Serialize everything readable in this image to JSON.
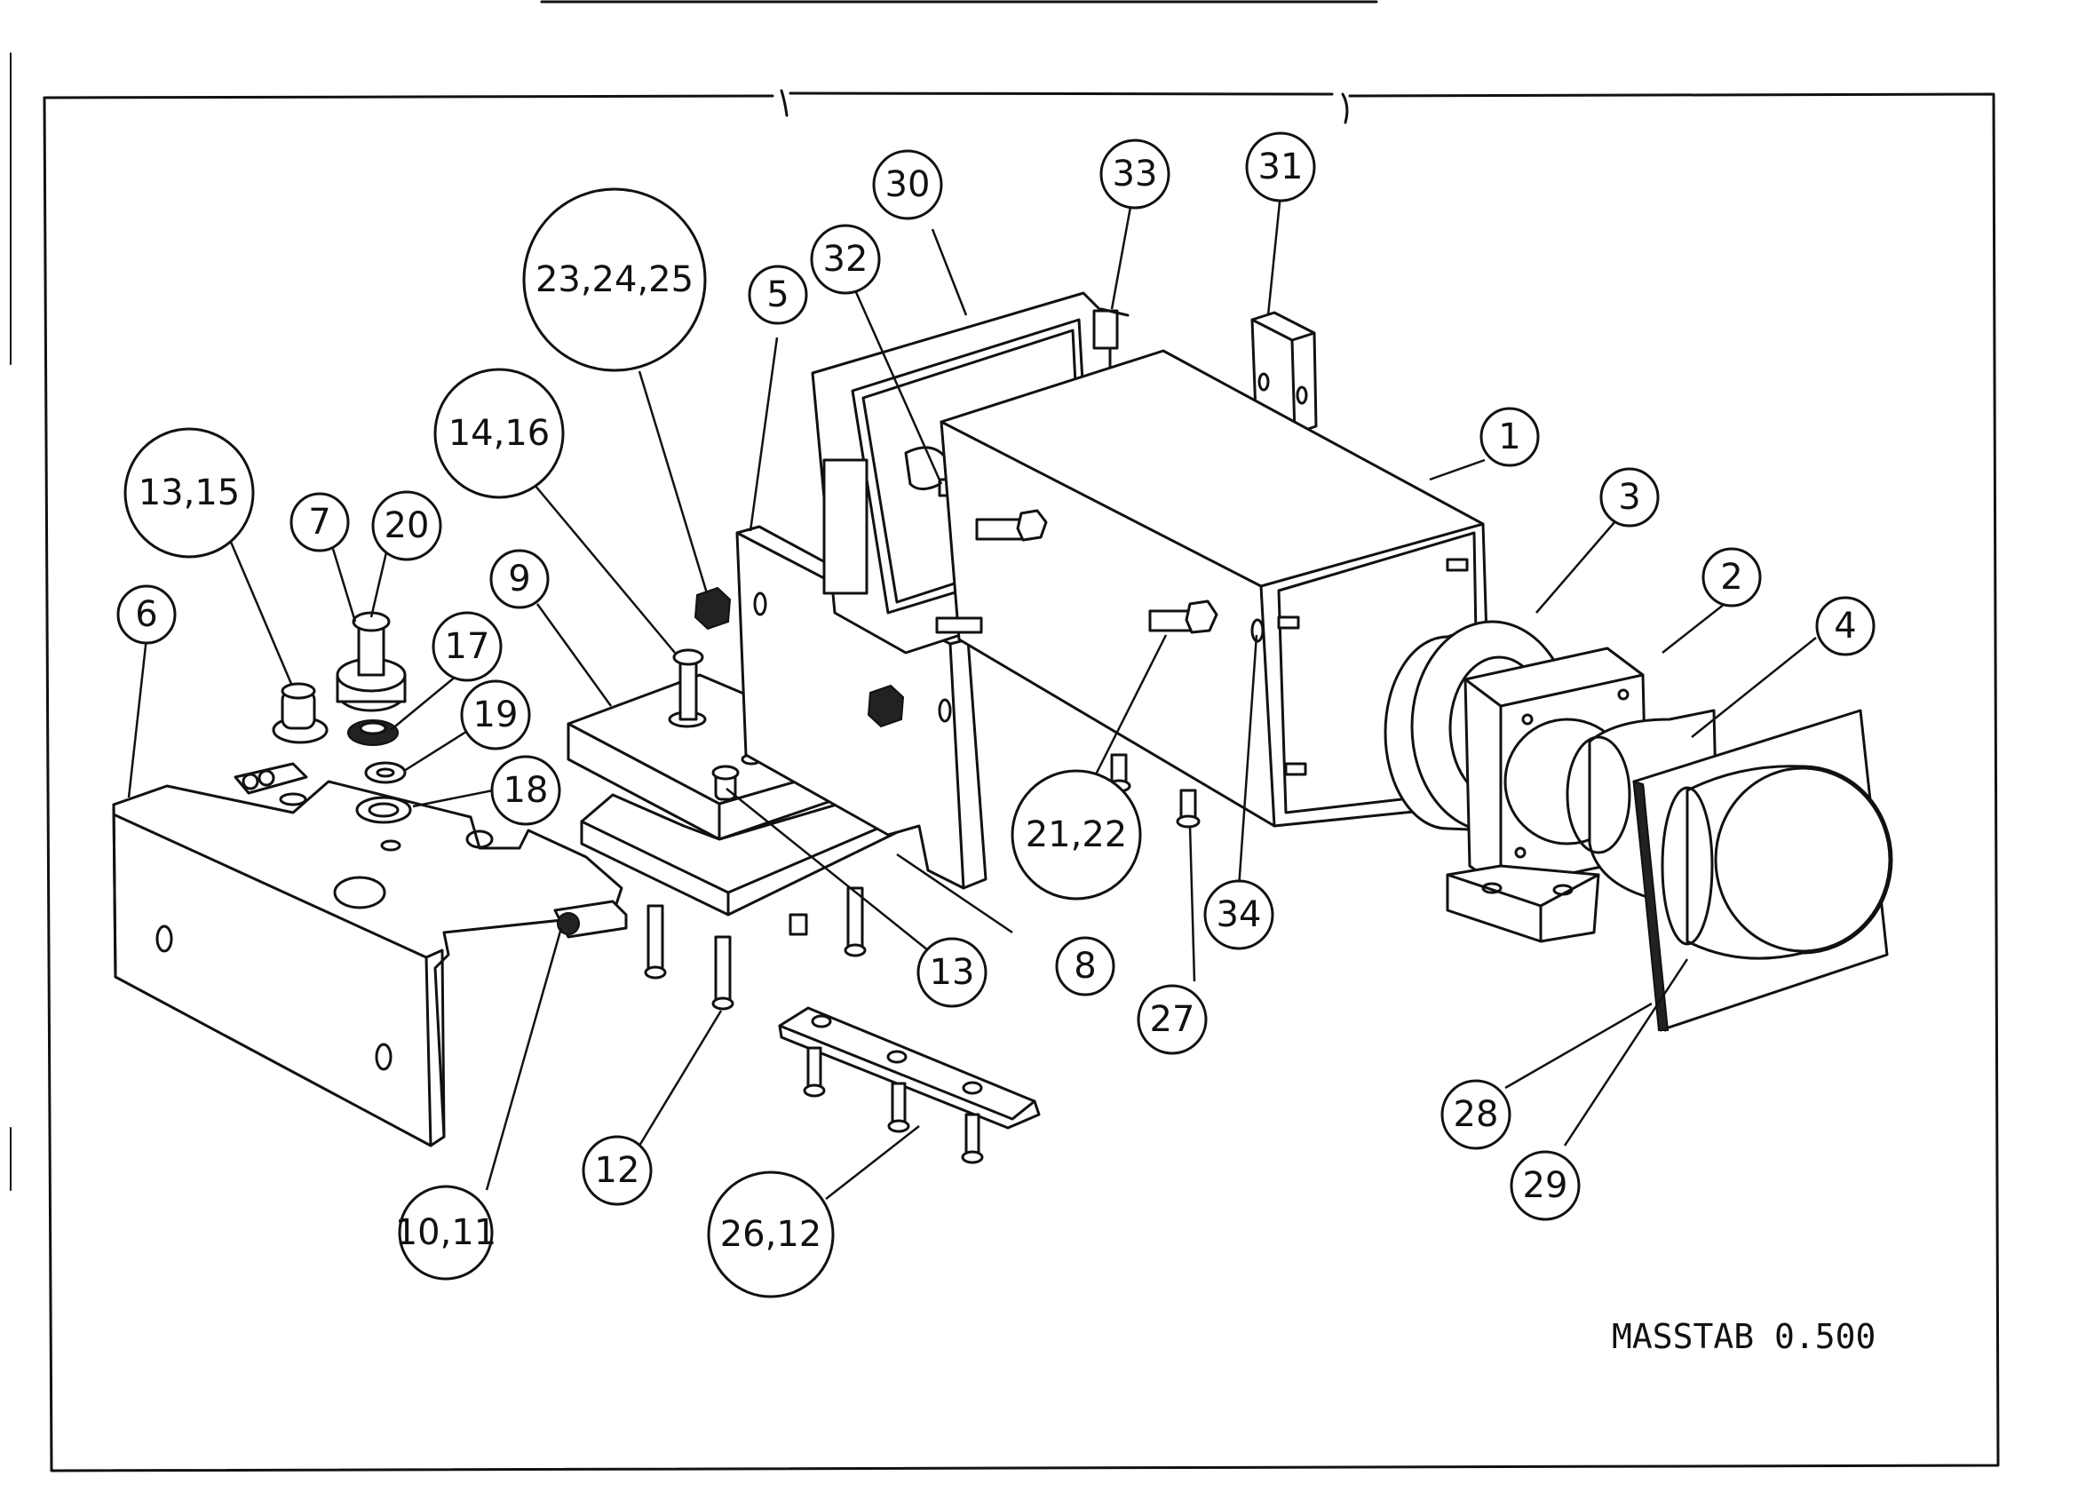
{
  "scale_note": "MASSTAB 0.500",
  "callouts": [
    {
      "id": "c1",
      "label": "1"
    },
    {
      "id": "c2",
      "label": "2"
    },
    {
      "id": "c3",
      "label": "3"
    },
    {
      "id": "c4",
      "label": "4"
    },
    {
      "id": "c5",
      "label": "5"
    },
    {
      "id": "c6",
      "label": "6"
    },
    {
      "id": "c7",
      "label": "7"
    },
    {
      "id": "c8",
      "label": "8"
    },
    {
      "id": "c9",
      "label": "9"
    },
    {
      "id": "c10",
      "label": "10,11"
    },
    {
      "id": "c12",
      "label": "12"
    },
    {
      "id": "c13",
      "label": "13"
    },
    {
      "id": "c1315",
      "label": "13,15"
    },
    {
      "id": "c1416",
      "label": "14,16"
    },
    {
      "id": "c17",
      "label": "17"
    },
    {
      "id": "c18",
      "label": "18"
    },
    {
      "id": "c19",
      "label": "19"
    },
    {
      "id": "c20",
      "label": "20"
    },
    {
      "id": "c2122",
      "label": "21,22"
    },
    {
      "id": "c232425",
      "label": "23,24,25"
    },
    {
      "id": "c2612",
      "label": "26,12"
    },
    {
      "id": "c27",
      "label": "27"
    },
    {
      "id": "c28",
      "label": "28"
    },
    {
      "id": "c29",
      "label": "29"
    },
    {
      "id": "c30",
      "label": "30"
    },
    {
      "id": "c31",
      "label": "31"
    },
    {
      "id": "c32",
      "label": "32"
    },
    {
      "id": "c33",
      "label": "33"
    },
    {
      "id": "c34",
      "label": "34"
    }
  ]
}
